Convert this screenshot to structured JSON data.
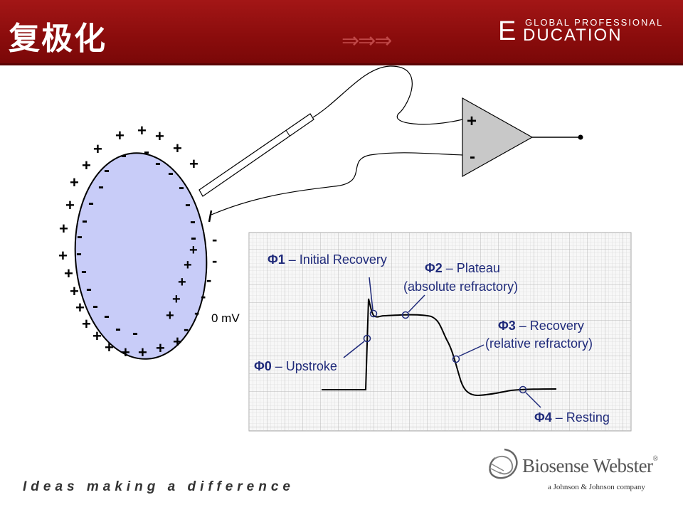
{
  "header": {
    "title": "复极化",
    "brand_top": "GLOBAL PROFESSIONAL",
    "brand_e": "E",
    "brand_bottom": "DUCATION",
    "arrows": "⇒⇒⇒"
  },
  "diagram": {
    "cell_outer_plus": "+",
    "cell_inner_minus": "-",
    "amp_plus": "+",
    "amp_minus": "-",
    "zero_label": "0 mV",
    "phases": {
      "p1_sym": "Φ1",
      "p1_text": " – Initial Recovery",
      "p2_sym": "Φ2",
      "p2_text": " – Plateau",
      "p2_sub": "(absolute refractory)",
      "p3_sym": "Φ3",
      "p3_text": " – Recovery",
      "p3_sub": "(relative refractory)",
      "p0_sym": "Φ0",
      "p0_text": " – Upstroke",
      "p4_sym": "Φ4",
      "p4_text": " – Resting"
    }
  },
  "footer": {
    "tagline": "Ideas making a difference",
    "company": "Biosense Webster",
    "registered": "®",
    "subtitle": "a Johnson & Johnson company"
  },
  "colors": {
    "header_red": "#a31616",
    "cell_fill": "#c8ccf8",
    "label_blue": "#1f2a7a"
  }
}
